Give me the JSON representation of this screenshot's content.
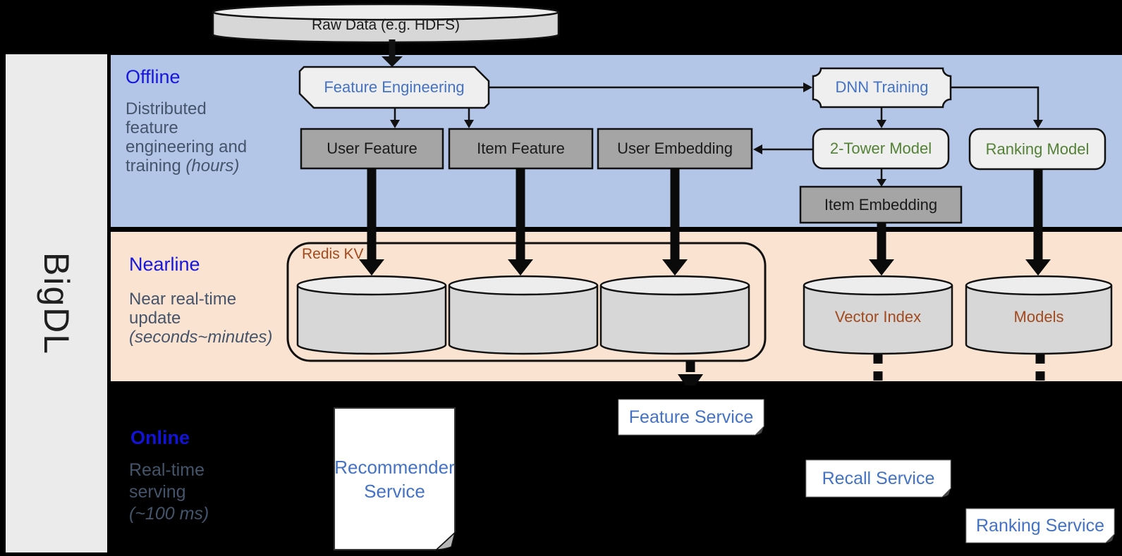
{
  "brand": "BigDL",
  "raw_data": "Raw Data (e.g. HDFS)",
  "colors": {
    "offline_band_bg": "#b3c6e7",
    "nearline_band_bg": "#fbe3d1",
    "sidebar_bg": "#ebebeb",
    "node_text_blue": "#4472c4",
    "node_text_green": "#538135",
    "store_text_brown": "#a24a1e",
    "band_title_blue": "#1717dd",
    "band_desc_gray": "#44546a",
    "dark_box_fill": "#a5a5a5",
    "light_box_fill": "#efefef",
    "cylinder_fill": "#d7d7d7"
  },
  "offline": {
    "title": "Offline",
    "line1": "Distributed",
    "line2": "feature",
    "line3": "engineering and",
    "line4": "training ",
    "line4_italic": "(hours)"
  },
  "nearline": {
    "title": "Nearline",
    "line1": "Near real-time",
    "line2": "update",
    "line3_italic": "(seconds~minutes)"
  },
  "online": {
    "title": "Online",
    "line1": "Real-time",
    "line2": "serving",
    "line3_italic": "(~100 ms)"
  },
  "nodes": {
    "feature_engineering": "Feature Engineering",
    "dnn_training": "DNN Training",
    "user_feature": "User Feature",
    "item_feature": "Item Feature",
    "user_embedding": "User Embedding",
    "two_tower_model": "2-Tower Model",
    "ranking_model": "Ranking Model",
    "item_embedding": "Item Embedding"
  },
  "stores": {
    "redis_kv": "Redis KV",
    "vector_index": "Vector Index",
    "models": "Models"
  },
  "services": {
    "recommender_line1": "Recommender",
    "recommender_line2": "Service",
    "feature": "Feature Service",
    "recall": "Recall Service",
    "ranking": "Ranking Service"
  }
}
